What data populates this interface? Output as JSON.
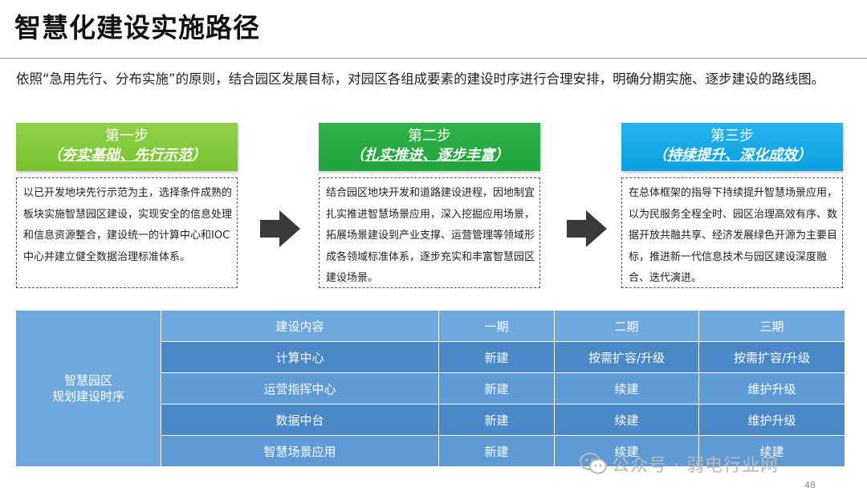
{
  "title": "智慧化建设实施路径",
  "intro": "依照“急用先行、分布实施”的原则，结合园区发展目标，对园区各组成要素的建设时序进行合理安排，明确分期实施、逐步建设的路线图。",
  "steps": [
    {
      "label": "第一步",
      "subtitle_open": "（",
      "subtitle_text": "夯实基础、先行示范",
      "subtitle_close": "）",
      "color": "#7bc22e",
      "body": "以已开发地块先行示范为主，选择条件成熟的板块实施智慧园区建设，实现安全的信息处理和信息资源整合，建设统一的计算中心和IOC中心并建立健全数据治理标准体系。"
    },
    {
      "label": "第二步",
      "subtitle_open": "（",
      "subtitle_text": "扎实推进、逐步丰富",
      "subtitle_close": "）",
      "color": "#1fa33b",
      "body": "结合园区地块开发和道路建设进程，因地制宜扎实推进智慧场景应用，深入挖掘应用场景，拓展场景建设到产业支撑、运营管理等领域形成各领域标准体系，逐步充实和丰富智慧园区建设场景。"
    },
    {
      "label": "第三步",
      "subtitle_open": "（",
      "subtitle_text": "持续提升、深化成效",
      "subtitle_close": "）",
      "color": "#0aa0e0",
      "body": "在总体框架的指导下持续提升智慧场景应用，以为民服务全程全时、园区治理高效有序、数据开放共融共享、经济发展绿色开源为主要目标，推进新一代信息技术与园区建设深度融合、迭代演进。"
    }
  ],
  "arrows": [
    "right-arrow-icon",
    "right-arrow-icon"
  ],
  "table": {
    "row_label_line1": "智慧园区",
    "row_label_line2": "规划建设时序",
    "headers": [
      "建设内容",
      "一期",
      "二期",
      "三期"
    ],
    "rows": [
      [
        "计算中心",
        "新建",
        "按需扩容/升级",
        "按需扩容/升级"
      ],
      [
        "运营指挥中心",
        "新建",
        "续建",
        "维护升级"
      ],
      [
        "数据中台",
        "新建",
        "续建",
        "维护升级"
      ],
      [
        "智慧场景应用",
        "新建",
        "续建",
        "续建"
      ]
    ]
  },
  "watermark": "公众号 · 弱电行业网",
  "page_number": "48"
}
